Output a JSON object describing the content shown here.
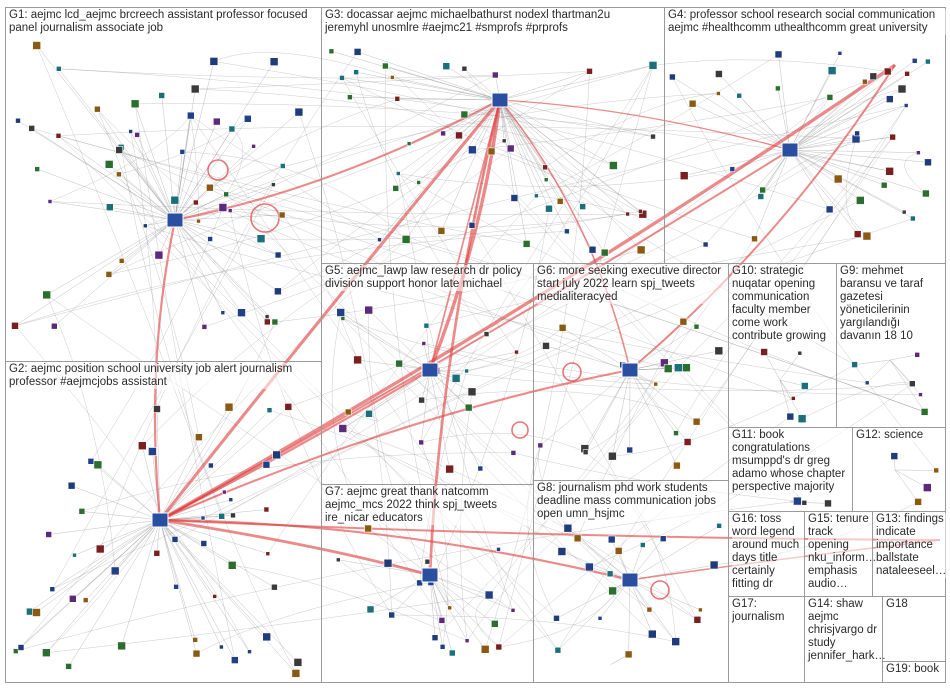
{
  "groups": [
    {
      "id": "G1",
      "label": "G1: aejmc lcd_aejmc brcreech assistant professor focused panel journalism associate job"
    },
    {
      "id": "G2",
      "label": "G2: aejmc position school university job alert journalism professor #aejmcjobs assistant"
    },
    {
      "id": "G3",
      "label": "G3: docassar aejmc michaelbathurst nodexl thartman2u jeremyhl unosmlre #aejmc21 #smprofs #prprofs"
    },
    {
      "id": "G4",
      "label": "G4: professor school research social communication aejmc #healthcomm uthealthcomm great university"
    },
    {
      "id": "G5",
      "label": "G5: aejmc_lawp law research dr policy division support honor late michael"
    },
    {
      "id": "G6",
      "label": "G6: more seeking executive director start july 2022 learn spj_tweets medialiteracyed"
    },
    {
      "id": "G7",
      "label": "G7: aejmc great thank natcomm aejmc_mcs 2022 think spj_tweets ire_nicar educators"
    },
    {
      "id": "G8",
      "label": "G8: journalism phd work students deadline mass communication jobs open umn_hsjmc"
    },
    {
      "id": "G9",
      "label": "G9: mehmet baransu ve taraf gazetesi yöneticilerinin yargılandığı davanın 18 10"
    },
    {
      "id": "G10",
      "label": "G10: strategic nuqatar opening communication faculty member come work contribute growing"
    },
    {
      "id": "G11",
      "label": "G11: book congratulations msumppd's dr greg adamo whose chapter perspective majority"
    },
    {
      "id": "G12",
      "label": "G12: science"
    },
    {
      "id": "G13",
      "label": "G13: findings indicate importance ballstate nataleeseel…"
    },
    {
      "id": "G14",
      "label": "G14: shaw aejmc chrisjvargo dr study jennifer_hark…"
    },
    {
      "id": "G15",
      "label": "G15: tenure track opening nku_inform… emphasis audio…"
    },
    {
      "id": "G16",
      "label": "G16: toss word legend around much days title certainly fitting dr"
    },
    {
      "id": "G17",
      "label": "G17: journalism"
    },
    {
      "id": "G18",
      "label": "G18"
    },
    {
      "id": "G19",
      "label": "G19: book"
    }
  ],
  "colors": {
    "box_border": "#9a9a9a",
    "edge_gray": "#8c8c8c",
    "edge_red": "#e03c3c",
    "node_fill": "#1f3b7a",
    "node_border": "#ffffff"
  }
}
